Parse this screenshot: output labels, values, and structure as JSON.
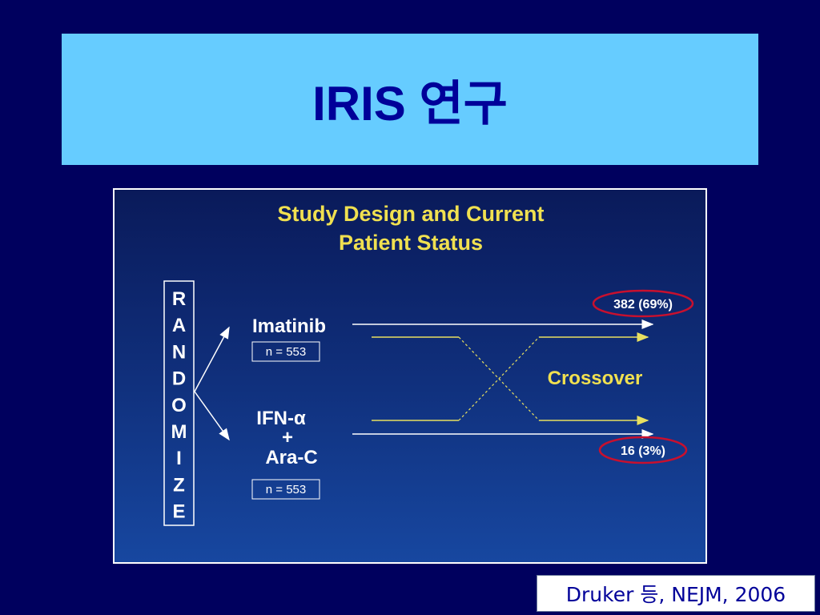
{
  "slide": {
    "title": "IRIS 연구",
    "citation": "Druker 등, NEJM, 2006"
  },
  "diagram": {
    "heading_line1": "Study Design and Current",
    "heading_line2": "Patient Status",
    "randomize_letters": [
      "R",
      "A",
      "N",
      "D",
      "O",
      "M",
      "I",
      "Z",
      "E"
    ],
    "arm1": {
      "name": "Imatinib",
      "n": "n = 553",
      "result": "382  (69%)"
    },
    "arm2": {
      "line1": "IFN-α",
      "line2": "+",
      "line3": "Ara-C",
      "n": "n = 553",
      "result": "16 (3%)"
    },
    "crossover_label": "Crossover",
    "colors": {
      "heading": "#f0e050",
      "crossover_line": "#e8e060",
      "circle": "#c8102e",
      "text": "#ffffff"
    }
  }
}
